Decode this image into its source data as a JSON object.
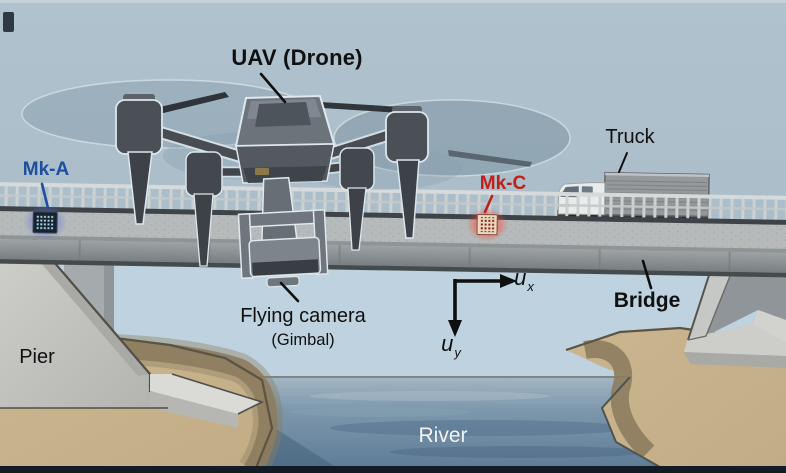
{
  "scene": {
    "labels": {
      "uav": "UAV (Drone)",
      "truck": "Truck",
      "mk_a": "Mk-A",
      "mk_c": "Mk-C",
      "flying_camera_line1": "Flying camera",
      "flying_camera_line2": "(Gimbal)",
      "bridge": "Bridge",
      "pier": "Pier",
      "river": "River",
      "axis_x_base": "u",
      "axis_x_sub": "x",
      "axis_y_base": "u",
      "axis_y_sub": "y"
    },
    "colors": {
      "label_text": "#101010",
      "river_label_text": "#f2f4f6",
      "mk_a_accent": "#1d4fa0",
      "mk_c_accent": "#bf201a",
      "marker_a_glow": "#5a6ee0",
      "marker_c_glow": "#ff3c28",
      "sky": "#a9bcc8",
      "under_bridge_haze": "#bed3df",
      "water_deep": "#5d7a95",
      "sand": "#c2ac85",
      "deck_concrete": "#b6babb",
      "girder_concrete": "#9da3a5"
    },
    "icons": {
      "mk_a_marker": "dotted-grid-marker",
      "mk_c_marker": "dotted-grid-marker"
    }
  }
}
